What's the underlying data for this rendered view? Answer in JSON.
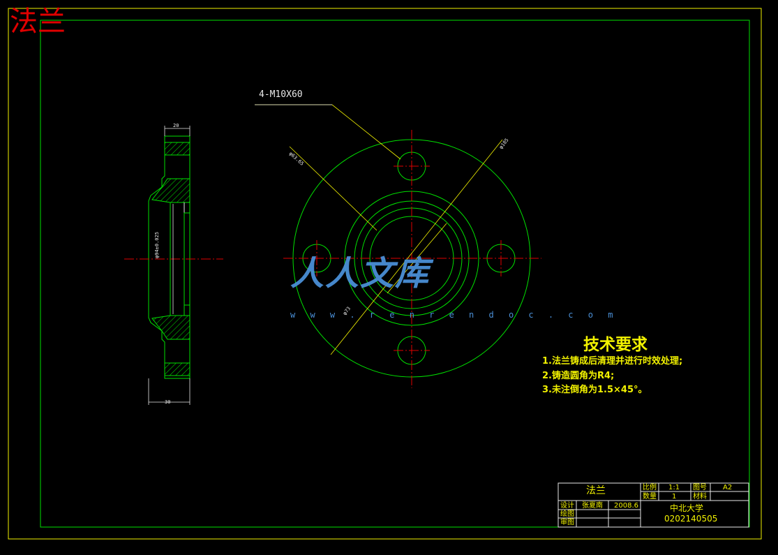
{
  "drawing": {
    "title": "法兰",
    "hole_callout": "4-M10X60",
    "dimensions": {
      "top_width": "20",
      "bottom_width": "30",
      "bore": "φ94±0.025",
      "bolt_circle": "φ63.65",
      "outer_dia": "φ185",
      "inner_dia": "φ73"
    }
  },
  "technical_requirements": {
    "title": "技术要求",
    "items": [
      "1.法兰铸成后清理并进行时效处理;",
      "2.铸造圆角为R4;",
      "3.未注倒角为1.5×45°。"
    ]
  },
  "title_block": {
    "part_name": "法兰",
    "scale_label": "比例",
    "scale_value": "1:1",
    "drawing_no_label": "图号",
    "drawing_no_value": "A2",
    "quantity_label": "数量",
    "quantity_value": "1",
    "material_label": "材料",
    "designer_label": "设计",
    "designer_name": "张夏南",
    "design_date": "2008.6",
    "drawer_label": "绘图",
    "reviewer_label": "审图",
    "school": "中北大学",
    "student_id": "0202140505"
  },
  "watermark": {
    "text": "人人文库",
    "url": "w w w . r e n r e n d o c . c o m"
  },
  "colors": {
    "background": "#000000",
    "frame": "#f2f200",
    "geometry": "#00e000",
    "centerline": "#e00000",
    "text": "#f2f200",
    "title_red": "#e00000",
    "watermark": "#4a8fd6"
  }
}
